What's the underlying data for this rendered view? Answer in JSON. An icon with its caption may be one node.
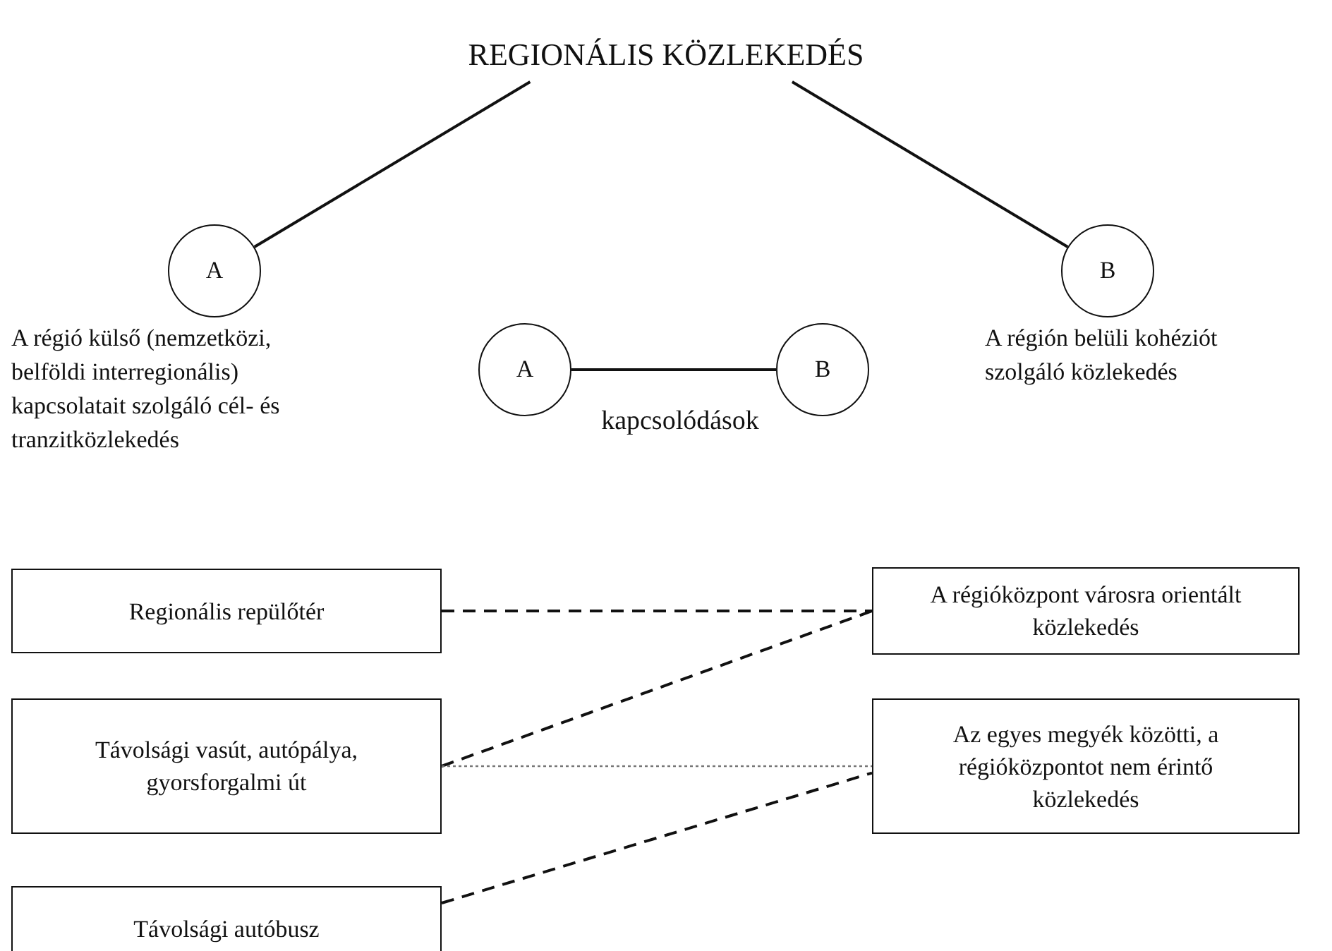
{
  "diagram": {
    "nodes": [
      {
        "text": [
          "REGIONÁLIS KÖZLEKEDÉS"
        ]
      },
      {
        "text": [
          "A"
        ],
        "beside": [
          "A régió külső (nemzetközi, belföldi interregionális) kapcsolatait szolgáló cél- és tranzitközlekedés"
        ]
      },
      {
        "text": [
          "B"
        ],
        "beside": [
          "A régión belüli kohéziót szolgáló közlekedés"
        ]
      },
      {
        "text": [
          "A"
        ]
      },
      {
        "text": [
          "B"
        ]
      },
      {
        "text": [
          "Regionális repülőtér"
        ]
      },
      {
        "text": [
          "A régióközpont városra orientált közlekedés"
        ]
      },
      {
        "text": [
          "Távolsági vasút, autópálya, gyorsforgalmi út"
        ]
      },
      {
        "text": [
          "Az egyes megyék közötti, a régióközpontot nem érintő közlekedés"
        ]
      },
      {
        "text": [
          "Távolsági autóbusz"
        ]
      }
    ],
    "edges": [
      {
        "from": 0,
        "to": 1,
        "arrow": "none"
      },
      {
        "from": 0,
        "to": 2,
        "arrow": "none"
      },
      {
        "from": 3,
        "to": 4,
        "arrow": "none"
      },
      {
        "from": 5,
        "to": 6,
        "arrow": "none",
        "style": "dashed"
      },
      {
        "from": 7,
        "to": 6,
        "arrow": "none",
        "style": "dashed"
      },
      {
        "from": 7,
        "to": 8,
        "arrow": "none",
        "style": "dashed",
        "color": "#777777"
      },
      {
        "from": 9,
        "to": 8,
        "arrow": "none",
        "style": "dashed"
      }
    ],
    "labels": [
      "kapcsolódások"
    ]
  }
}
